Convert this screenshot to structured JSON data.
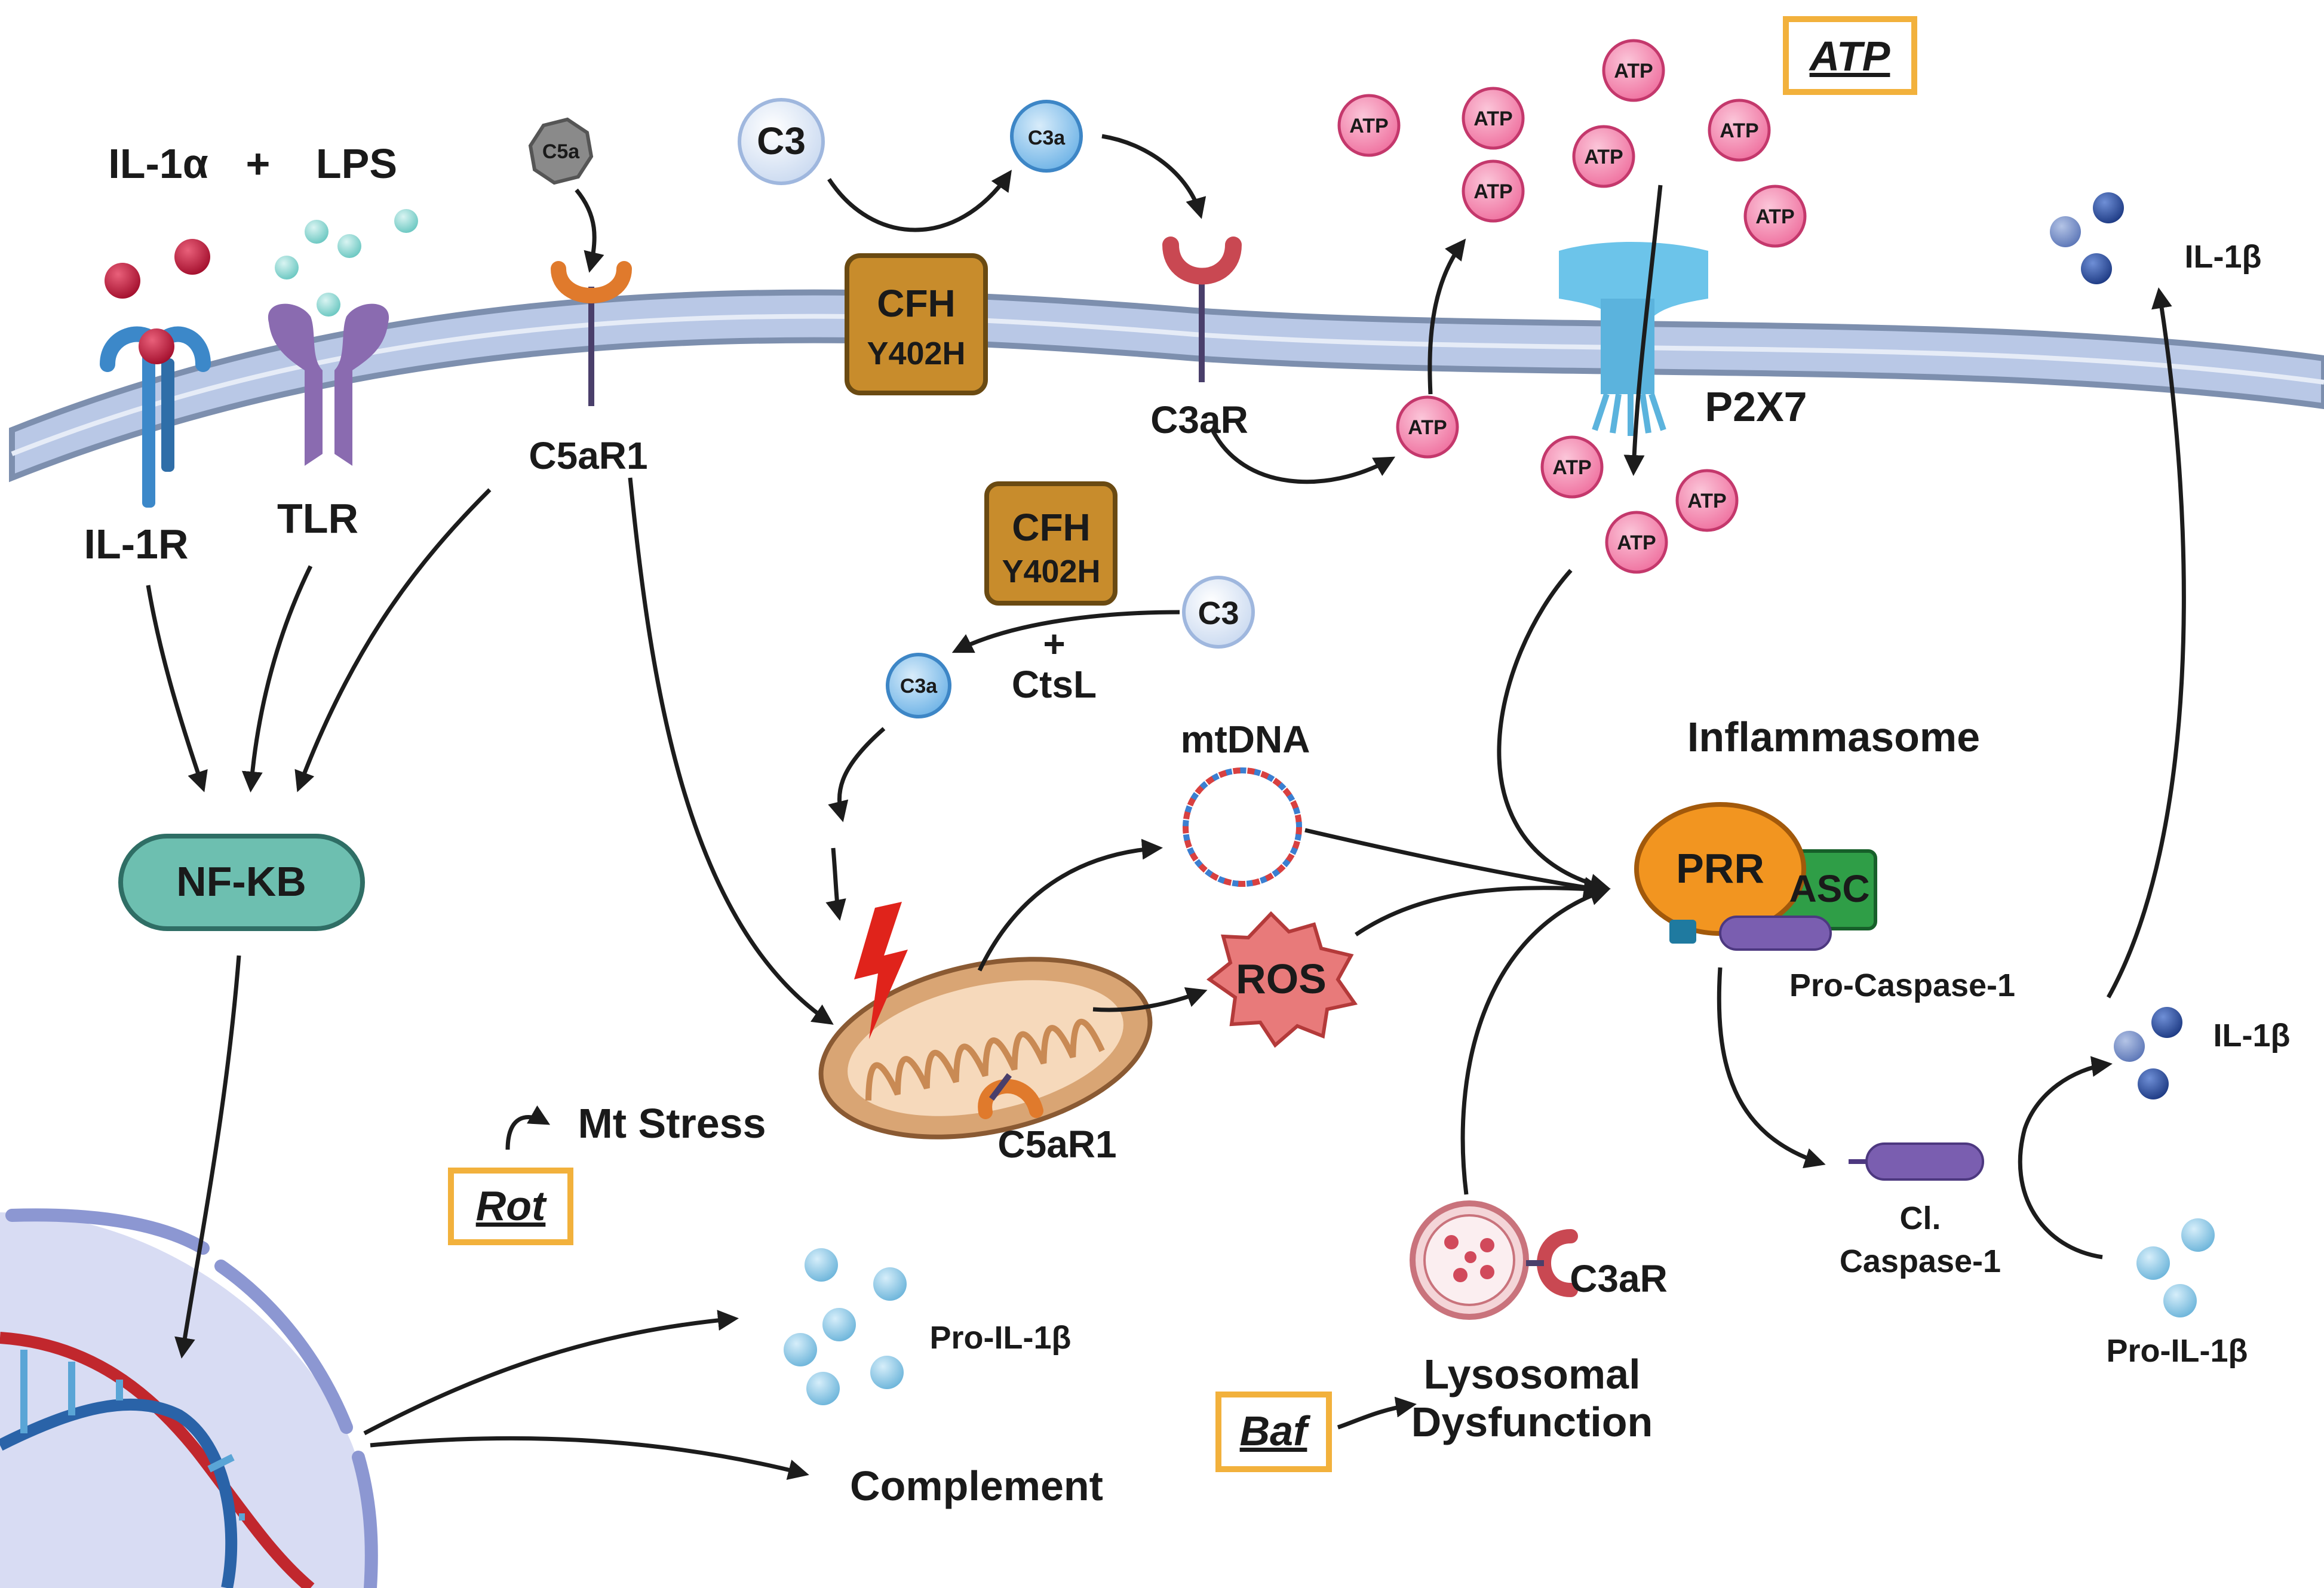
{
  "colors": {
    "membrane_fill": "#b9c8e6",
    "membrane_edge": "#7d8fae",
    "atp": "#f27aa6",
    "c3a": "#7fbfea",
    "cfh": "#c88c2c",
    "nfkb": "#6dbfb0",
    "prr": "#f29520",
    "asc": "#2f9e47",
    "caspase": "#7a5eb0",
    "ros": "#e87a7a",
    "drug_box": "#f2b13c",
    "arrow": "#1c1c1c"
  },
  "ligands": {
    "il1a": "IL-1α",
    "plus": "+",
    "lps": "LPS",
    "c5a": "C5a"
  },
  "receptors": {
    "il1r": "IL-1R",
    "tlr": "TLR",
    "c5ar1_membrane": "C5aR1",
    "c3ar_membrane": "C3aR",
    "p2x7": "P2X7",
    "c5ar1_mito": "C5aR1",
    "c3ar_lysosome": "C3aR"
  },
  "complement": {
    "c3_top": "C3",
    "c3a_top": "C3a",
    "cfh_top_line1": "CFH",
    "cfh_top_line2": "Y402H",
    "cfh_mid_line1": "CFH",
    "cfh_mid_line2": "Y402H",
    "c3_mid": "C3",
    "c3a_mid": "C3a",
    "plus": "+",
    "ctsl": "CtsL"
  },
  "atp": {
    "molecule": "ATP",
    "boxed_label": "ATP"
  },
  "pathway": {
    "nfkb": "NF-KB",
    "mtdna": "mtDNA",
    "ros": "ROS",
    "mt_stress": "Mt Stress",
    "rot": "Rot",
    "baf": "Baf",
    "lysosomal_line1": "Lysosomal",
    "lysosomal_line2": "Dysfunction",
    "pro_il1b_left": "Pro-IL-1β",
    "complement_out": "Complement"
  },
  "inflammasome": {
    "title": "Inflammasome",
    "prr": "PRR",
    "asc": "ASC",
    "pro_caspase": "Pro-Caspase-1",
    "cl_caspase_line1": "Cl.",
    "cl_caspase_line2": "Caspase-1",
    "il1b_mid": "IL-1β",
    "il1b_top": "IL-1β",
    "pro_il1b_right": "Pro-IL-1β"
  }
}
